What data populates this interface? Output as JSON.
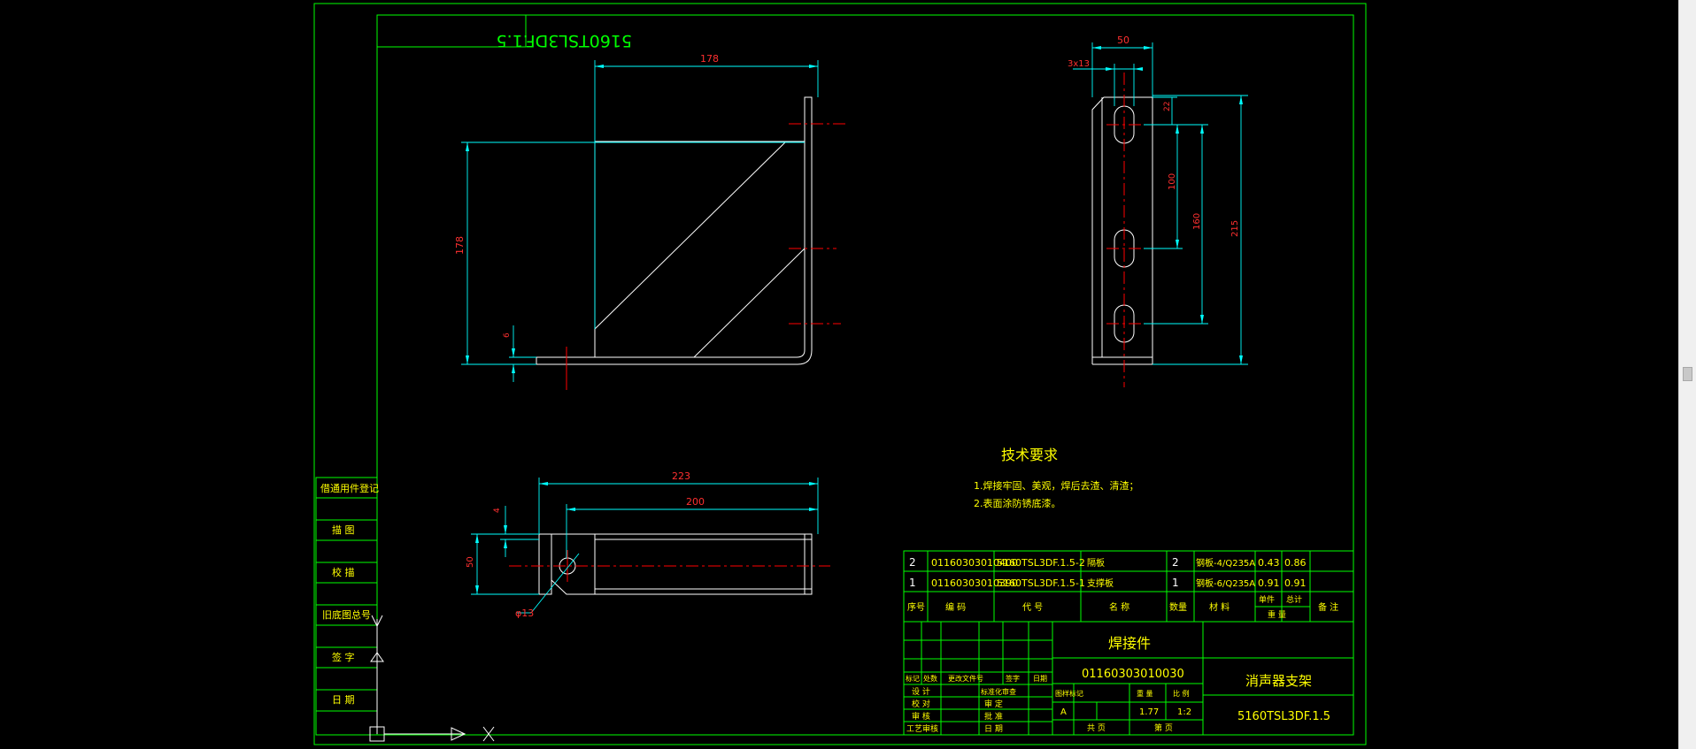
{
  "title_mirrored": "5160TSL3DF.1.5",
  "dimensions": {
    "front_width": "178",
    "front_height": "178",
    "front_thickness": "6",
    "side_width": "50",
    "side_hole": "3x13",
    "side_top": "22",
    "side_pitch": "100",
    "side_span": "160",
    "side_total": "215",
    "bottom_length_total": "223",
    "bottom_length": "200",
    "bottom_offset": "4",
    "bottom_height": "50",
    "bottom_hole": "φ13"
  },
  "tech": {
    "heading": "技术要求",
    "line1": "1.焊接牢固、美观，焊后去渣、清渣；",
    "line2": "2.表面涂防锈底漆。"
  },
  "left_strip": [
    "借通用件登记",
    "描 图",
    "校 描",
    "旧底图总号",
    "签 字",
    "日 期"
  ],
  "bom": {
    "rows": [
      {
        "no": "2",
        "code": "01160303010400",
        "drawing": "5160TSL3DF.1.5-2",
        "name": "隔板",
        "qty": "2",
        "material": "钢板-4/Q235A",
        "unit_w": "0.43",
        "total_w": "0.86"
      },
      {
        "no": "1",
        "code": "01160303010390",
        "drawing": "5160TSL3DF.1.5-1",
        "name": "支撑板",
        "qty": "1",
        "material": "钢板-6/Q235A",
        "unit_w": "0.91",
        "total_w": "0.91"
      }
    ],
    "header": {
      "no": "序号",
      "code": "编 码",
      "drawing": "代 号",
      "name": "名 称",
      "qty": "数量",
      "material": "材 料",
      "unit": "单件",
      "total": "总计",
      "weight": "重 量",
      "remark": "备 注"
    }
  },
  "title_block": {
    "part_type": "焊接件",
    "part_code": "01160303010030",
    "part_name": "消声器支架",
    "drawing_no": "5160TSL3DF.1.5",
    "marker": "A",
    "mass": "1.77",
    "scale": "1:2",
    "row_labels": [
      "标记",
      "处数",
      "更改文件号",
      "签字",
      "日期"
    ],
    "left_labels": [
      "设 计",
      "校 对",
      "审 核",
      "工艺审核"
    ],
    "mid_labels": [
      "标准化审查",
      "审 定",
      "批 准",
      "日 期"
    ],
    "small_headers": [
      "图样标记",
      "重 量",
      "比 例"
    ],
    "sheet_labels": [
      "共 页",
      "第 页"
    ]
  }
}
